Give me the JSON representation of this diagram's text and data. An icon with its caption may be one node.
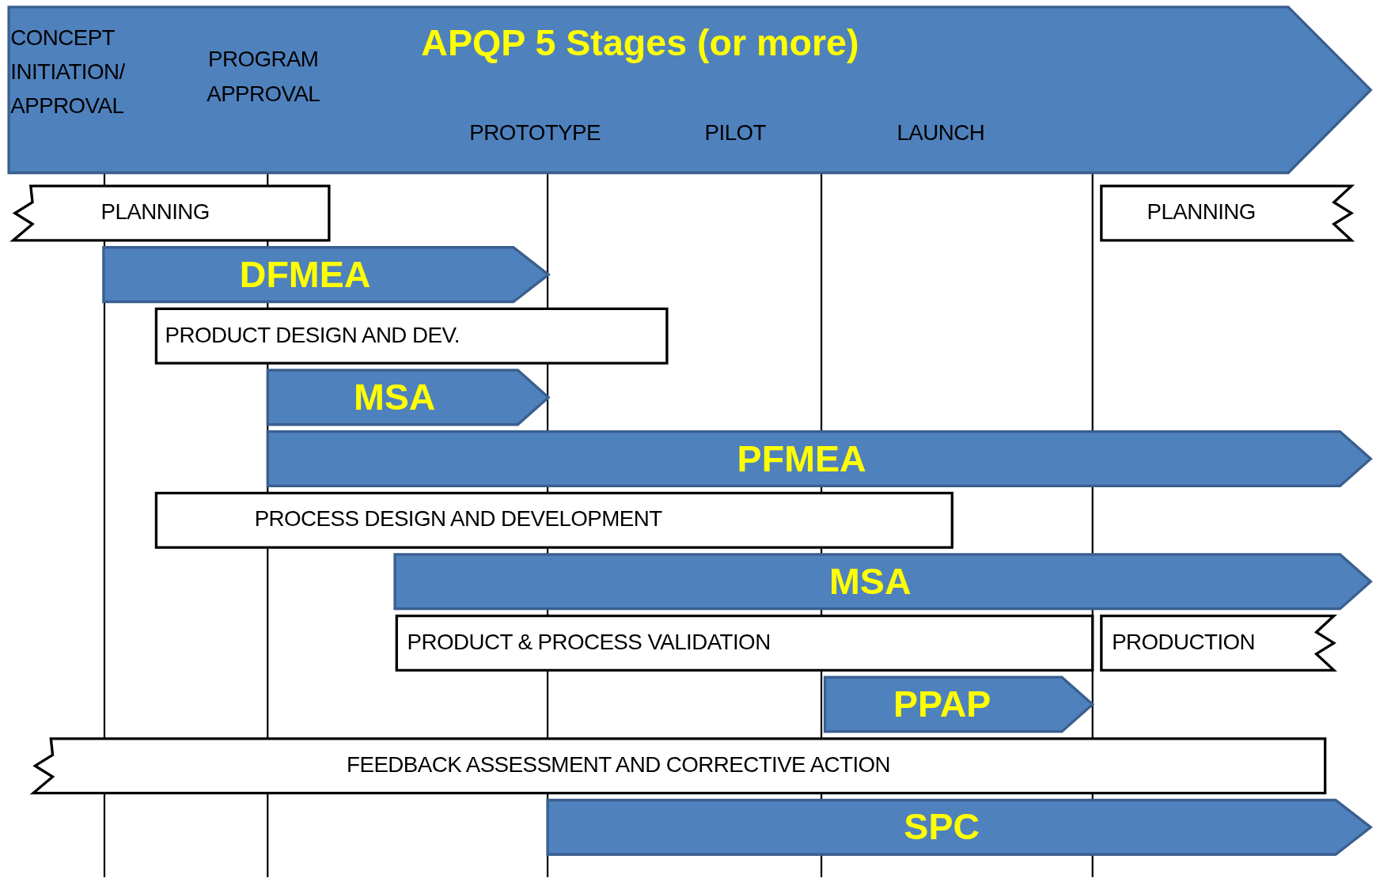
{
  "diagram": {
    "nodes": [
      {
        "text": [
          "CONCEPT INITIATION/ APPROVAL",
          "PROGRAM APPROVAL",
          "APQP 5 Stages (or more)",
          "PROTOTYPE",
          "PILOT",
          "LAUNCH"
        ]
      },
      {
        "text": [
          "PLANNING"
        ]
      },
      {
        "text": [
          "DFMEA"
        ]
      },
      {
        "text": [
          "PRODUCT DESIGN AND DEV."
        ]
      },
      {
        "text": [
          "MSA"
        ]
      },
      {
        "text": [
          "PFMEA"
        ]
      },
      {
        "text": [
          "PROCESS DESIGN AND DEVELOPMENT"
        ]
      },
      {
        "text": [
          "MSA"
        ]
      },
      {
        "text": [
          "PRODUCT & PROCESS VALIDATION"
        ]
      },
      {
        "text": [
          "PPAP"
        ]
      },
      {
        "text": [
          "PLANNING"
        ]
      },
      {
        "text": [
          "PRODUCTION"
        ]
      },
      {
        "text": [
          "FEEDBACK ASSESSMENT AND CORRECTIVE ACTION"
        ]
      },
      {
        "text": [
          "SPC"
        ]
      }
    ]
  }
}
